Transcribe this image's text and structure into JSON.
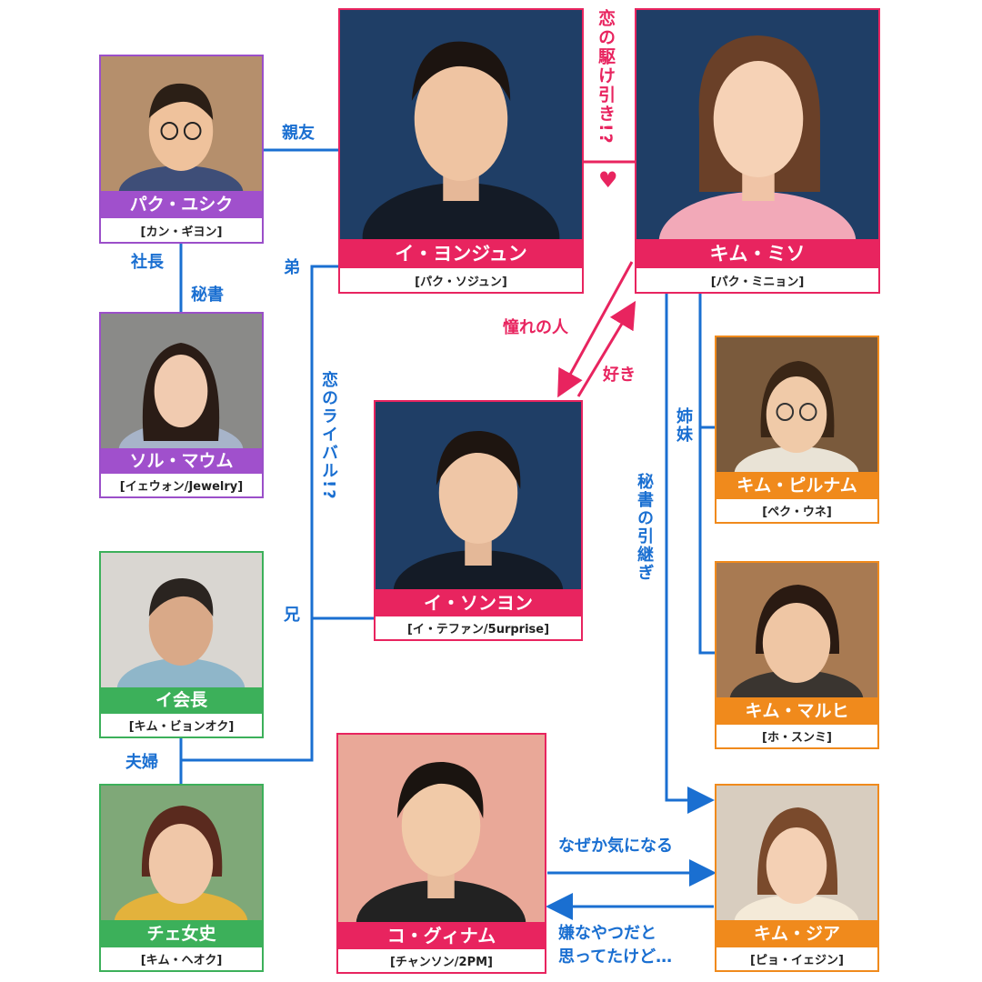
{
  "characters": {
    "youngjun": {
      "name": "イ・ヨンジュン",
      "actor": "[パク・ソジュン]"
    },
    "miso": {
      "name": "キム・ミソ",
      "actor": "[パク・ミニョン]"
    },
    "yusik": {
      "name": "パク・ユシク",
      "actor": "[カン・ギヨン]"
    },
    "maum": {
      "name": "ソル・マウム",
      "actor": "[イェウォン/Jewelry]"
    },
    "sungyeon": {
      "name": "イ・ソンヨン",
      "actor": "[イ・テファン/5urprise]"
    },
    "pilnam": {
      "name": "キム・ピルナム",
      "actor": "[ペク・ウネ]"
    },
    "malhee": {
      "name": "キム・マルヒ",
      "actor": "[ホ・スンミ]"
    },
    "chairman": {
      "name": "イ会長",
      "actor": "[キム・ビョンオク]"
    },
    "choi": {
      "name": "チェ女史",
      "actor": "[キム・ヘオク]"
    },
    "gwiname": {
      "name": "コ・グィナム",
      "actor": "[チャンソン/2PM]"
    },
    "jia": {
      "name": "キム・ジア",
      "actor": "[ピョ・イェジン]"
    }
  },
  "relations": {
    "love_chase": "恋の駆け引き!?",
    "heart": "♥",
    "best_friend": "親友",
    "president": "社長",
    "secretary": "秘書",
    "younger_brother": "弟",
    "older_brother": "兄",
    "rival": "恋のライバル!?",
    "admired": "憧れの人",
    "likes": "好き",
    "sisters": "姉妹",
    "successor": "秘書の引継ぎ",
    "couple": "夫婦",
    "curious": "なぜか気になる",
    "disliked_line1": "嫌なやつだと",
    "disliked_line2": "思ってたけど…"
  },
  "colors": {
    "pink": "#e8245f",
    "purple": "#a050cc",
    "green": "#3cb05a",
    "orange": "#f08a1c",
    "blue": "#1a6fd1",
    "navy": "#1f3e66"
  }
}
